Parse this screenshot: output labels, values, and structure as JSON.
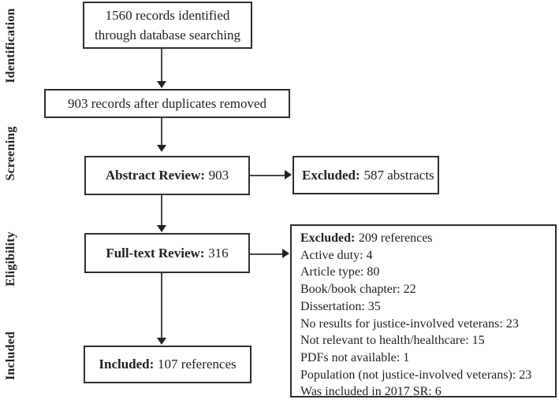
{
  "diagram": {
    "stage_labels": [
      {
        "label": "Identification"
      },
      {
        "label": "Screening"
      },
      {
        "label": "Eligibility"
      },
      {
        "label": "Included"
      }
    ],
    "boxes": {
      "identified": {
        "line1": "1560 records identified",
        "line2": "through database searching"
      },
      "deduplicated": {
        "text": "903 records after duplicates removed"
      },
      "abstract_review": {
        "label_bold": "Abstract Review:",
        "value": "903"
      },
      "abstract_excluded": {
        "label_bold": "Excluded:",
        "value": "587 abstracts"
      },
      "fulltext_review": {
        "label_bold": "Full-text Review:",
        "value": "316"
      },
      "fulltext_excluded": {
        "header_bold": "Excluded:",
        "header_rest": "209 references",
        "reasons": [
          "Active duty: 4",
          "Article type: 80",
          "Book/book chapter: 22",
          "Dissertation: 35",
          "No results for justice-involved veterans: 23",
          "Not relevant to health/healthcare: 15",
          "PDFs not available: 1",
          "Population (not justice-involved veterans): 23",
          "Was included in 2017 SR: 6"
        ]
      },
      "included": {
        "label_bold": "Included:",
        "value": "107 references"
      }
    },
    "colors": {
      "background": "#ffffff",
      "border": "#2e2e2e",
      "text": "#1f1f1f",
      "line": "#474747",
      "arrowhead": "#222222"
    }
  }
}
